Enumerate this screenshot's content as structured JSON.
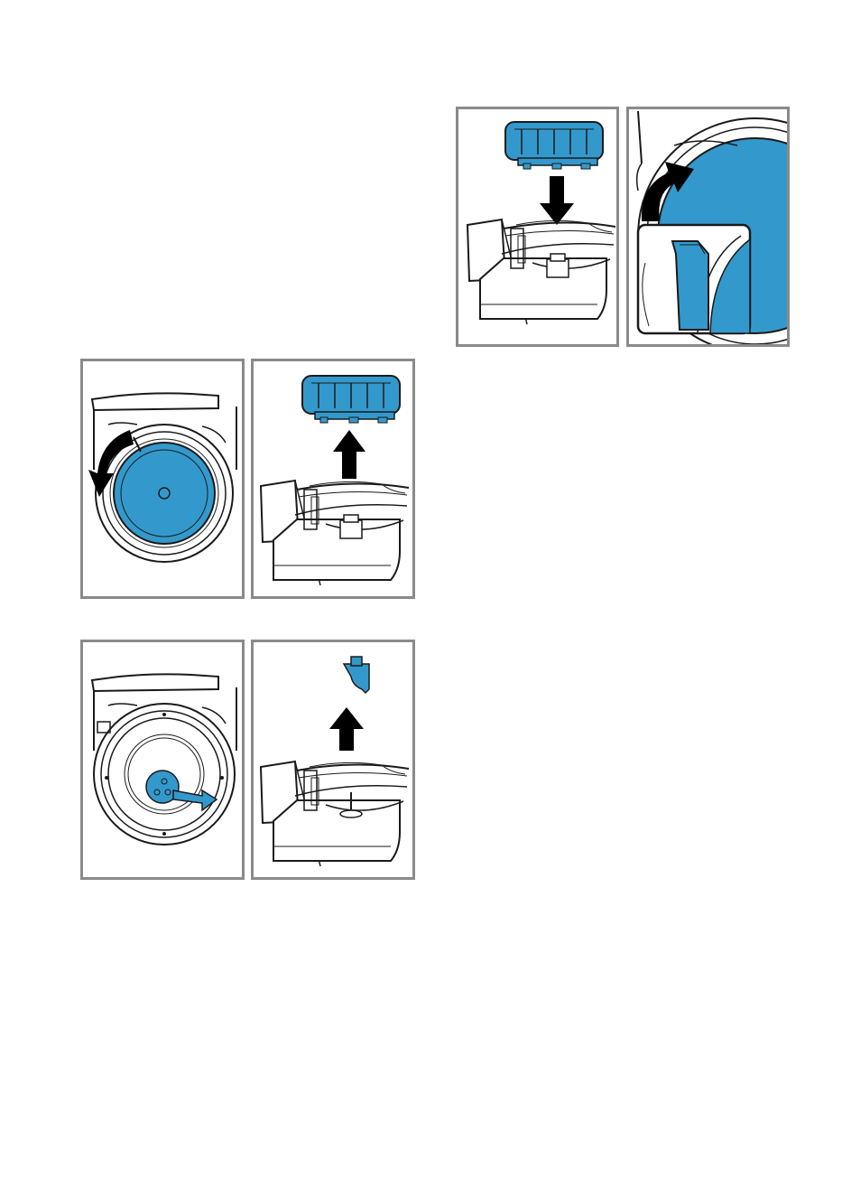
{
  "colors": {
    "accent": "#3399cc",
    "frame": "#8a8a8a",
    "arrow": "#000000",
    "line": "#1a1a1a"
  },
  "figures": [
    {
      "id": "insert-filter",
      "icons": [
        "filter-unit-icon",
        "arrow-down-icon",
        "bowl-icon"
      ]
    },
    {
      "id": "lock-filter",
      "icons": [
        "curved-arrow-icon",
        "filter-disc-icon",
        "latch-detail-icon"
      ]
    },
    {
      "id": "unlock-filter",
      "icons": [
        "curved-arrow-icon",
        "filter-disc-icon"
      ]
    },
    {
      "id": "remove-filter",
      "icons": [
        "filter-unit-icon",
        "arrow-up-icon",
        "bowl-icon"
      ]
    },
    {
      "id": "locate-spindle",
      "icons": [
        "filter-ring-icon",
        "hub-icon",
        "arrow-right-icon"
      ]
    },
    {
      "id": "remove-agitator",
      "icons": [
        "agitator-icon",
        "arrow-up-icon",
        "bowl-icon"
      ]
    }
  ]
}
